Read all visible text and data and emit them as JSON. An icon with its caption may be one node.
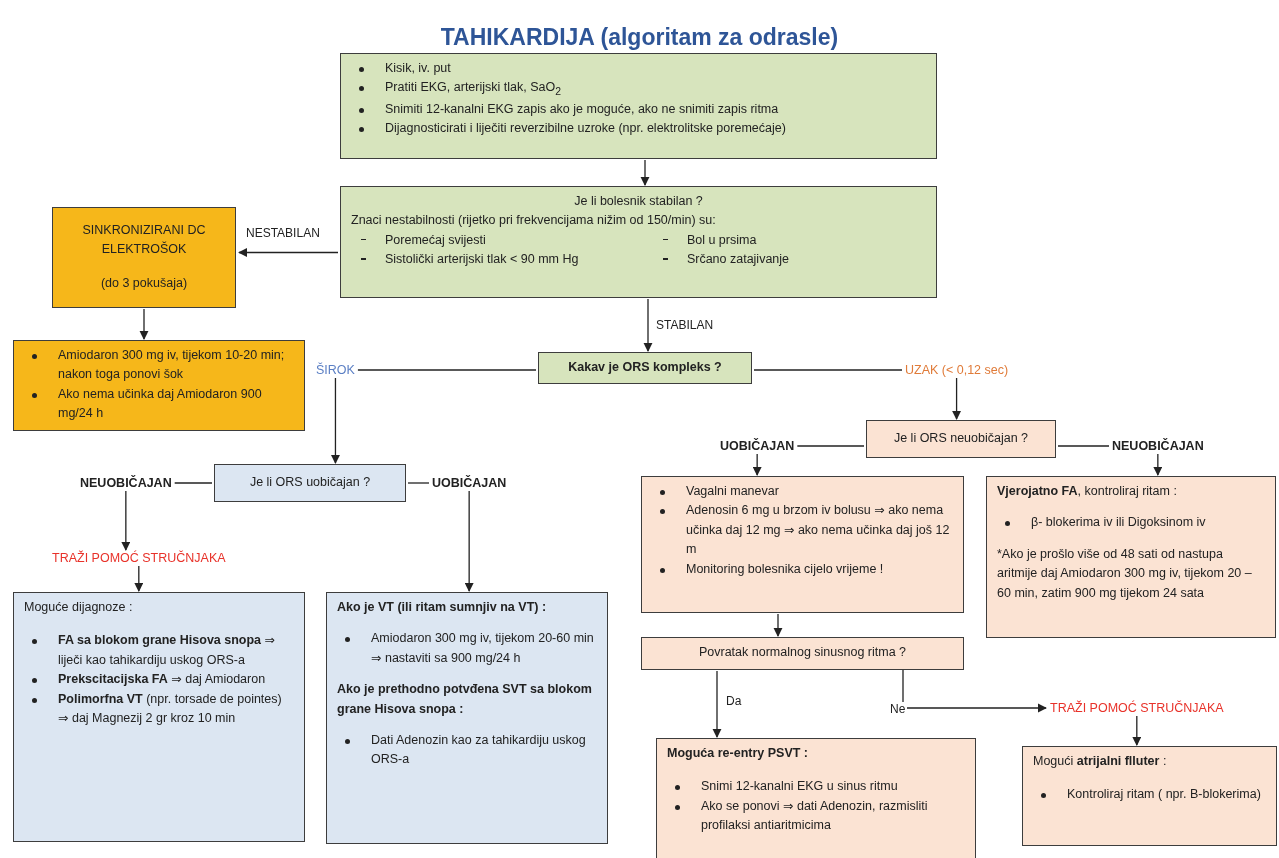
{
  "diagram": {
    "title": "TAHIKARDIJA (algoritam za odrasle)",
    "nodes": [
      {
        "text": [
          "Kisik, iv. put",
          "Pratiti EKG, arterijski tlak, SaO$_{2}$",
          "Snimiti 12-kanalni EKG zapis ako je moguće, ako ne snimiti zapis ritma",
          "Dijagnosticirati i liječiti reverzibilne uzroke (npr. elektrolitske poremećaje)"
        ]
      },
      {
        "text": [
          "Je li bolesnik stabilan ?",
          "Znaci nestabilnosti (rijetko pri frekvencijama nižim od 150/min) su:",
          "Poremećaj svijesti",
          "Bol u prsima",
          "Sistolički arterijski tlak < 90 mm Hg",
          "Srčano zatajivanje"
        ]
      },
      {
        "text": [
          "SINKRONIZIRANI DC ELEKTROŠOK",
          "(do 3 pokušaja)"
        ]
      },
      {
        "text": [
          "Amiodaron 300 mg iv, tijekom 10-20 min; nakon toga ponovi šok",
          "Ako nema učinka daj Amiodaron 900 mg/24 h"
        ]
      },
      {
        "text": [
          "Kakav je ORS kompleks ?"
        ]
      },
      {
        "text": [
          "ŠIROK"
        ]
      },
      {
        "text": [
          "UZAK (< 0,12 sec)"
        ]
      },
      {
        "text": [
          "Je li ORS uobičajan ?"
        ]
      },
      {
        "text": [
          "NEUOBIČAJAN"
        ]
      },
      {
        "text": [
          "UOBIČAJAN"
        ]
      },
      {
        "text": [
          "TRAŽI POMOĆ STRUČNJAKA"
        ]
      },
      {
        "text": [
          "Moguće dijagnoze :",
          "**FA sa blokom grane Hisova snopa** ⇒ liječi kao tahikardiju uskog ORS-a",
          "**Prekscitacijska FA** ⇒ daj Amiodaron",
          "**Polimorfna VT** (npr. torsade de pointes) ⇒ daj Magnezij 2 gr kroz 10 min"
        ]
      },
      {
        "text": [
          "Ako je VT (ili ritam sumnjiv na VT) :",
          "Amiodaron 300 mg iv, tijekom 20-60 min ⇒ nastaviti sa 900 mg/24 h",
          "Ako je prethodno potvđena SVT sa blokom grane Hisova snopa :",
          "Dati Adenozin kao za tahikardiju uskog ORS-a"
        ]
      },
      {
        "text": [
          "Je li ORS neuobičajan ?"
        ]
      },
      {
        "text": [
          "UOBIČAJAN"
        ]
      },
      {
        "text": [
          "NEUOBIČAJAN"
        ]
      },
      {
        "text": [
          "Vagalni manevar",
          "Adenosin 6 mg u brzom iv bolusu ⇒ ako nema učinka daj 12 mg ⇒ ako nema učinka daj još 12 m",
          "Monitoring bolesnika cijelo vrijeme !"
        ]
      },
      {
        "text": [
          "**Vjerojatno FA**, kontroliraj ritam :",
          "β- blokerima iv ili Digoksinom iv",
          "*Ako je prošlo više od 48 sati od nastupa aritmije daj Amiodaron 300 mg iv, tijekom 20 – 60 min, zatim 900 mg tijekom 24 sata"
        ]
      },
      {
        "text": [
          "Povratak normalnog sinusnog ritma ?"
        ]
      },
      {
        "text": [
          "TRAŽI POMOĆ STRUČNJAKA"
        ]
      },
      {
        "text": [
          "Moguća re-entry PSVT :",
          "Snimi 12-kanalni EKG u sinus ritmu",
          "Ako se ponovi ⇒ dati Adenozin, razmisliti profilaksi antiaritmicima"
        ]
      },
      {
        "text": [
          "Mogući **atrijalni flluter** :",
          "Kontroliraj ritam ( npr. B-blokerima)"
        ]
      }
    ],
    "edges": [
      {
        "from": 0,
        "to": 1,
        "arrow": "to"
      },
      {
        "from": 1,
        "to": 2,
        "arrow": "to",
        "label": "NESTABILAN"
      },
      {
        "from": 2,
        "to": 3,
        "arrow": "to"
      },
      {
        "from": 1,
        "to": 4,
        "arrow": "to",
        "label": "STABILAN"
      },
      {
        "from": 4,
        "to": 5,
        "arrow": "none"
      },
      {
        "from": 4,
        "to": 6,
        "arrow": "none"
      },
      {
        "from": 5,
        "to": 7,
        "arrow": "to"
      },
      {
        "from": 6,
        "to": 13,
        "arrow": "to"
      },
      {
        "from": 7,
        "to": 8,
        "arrow": "none"
      },
      {
        "from": 7,
        "to": 9,
        "arrow": "none"
      },
      {
        "from": 8,
        "to": 10,
        "arrow": "to"
      },
      {
        "from": 10,
        "to": 11,
        "arrow": "to"
      },
      {
        "from": 9,
        "to": 12,
        "arrow": "to"
      },
      {
        "from": 13,
        "to": 14,
        "arrow": "none"
      },
      {
        "from": 13,
        "to": 15,
        "arrow": "none"
      },
      {
        "from": 14,
        "to": 16,
        "arrow": "to"
      },
      {
        "from": 15,
        "to": 17,
        "arrow": "to"
      },
      {
        "from": 16,
        "to": 18,
        "arrow": "to"
      },
      {
        "from": 18,
        "to": 20,
        "arrow": "to",
        "label": "Da"
      },
      {
        "from": 18,
        "to": 19,
        "arrow": "to",
        "label": "Ne"
      },
      {
        "from": 19,
        "to": 21,
        "arrow": "to"
      }
    ]
  }
}
